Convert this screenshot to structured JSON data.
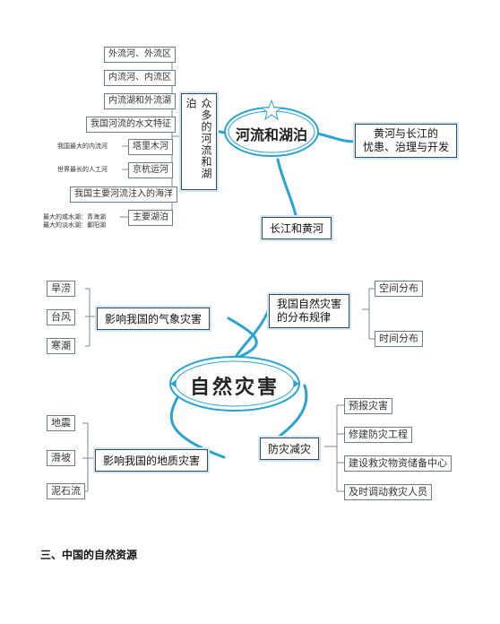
{
  "map1": {
    "center": "河流和湖泊",
    "left_vertical": "众多的河流和湖泊",
    "right_banner": [
      "黄河与长江的",
      "忧患、治理与开发"
    ],
    "bottom_banner": "长江和黄河",
    "branches": [
      "外流河、外流区",
      "内流河、内流区",
      "内流湖和外流湖",
      "我国河流的水文特征",
      "塔里木河",
      "京杭运河",
      "我国主要河流注入的海洋",
      "主要湖泊"
    ],
    "notes": {
      "tarim": "我国最大的内流河",
      "canal": "世界最长的人工河",
      "lakes": [
        "最大的咸水湖：青海湖",
        "最大的淡水湖：鄱阳湖"
      ]
    }
  },
  "map2": {
    "center": "自然灾害",
    "top_left_banner": "影响我国的气象灾害",
    "top_right_banner": [
      "我国自然灾害",
      "的分布规律"
    ],
    "bottom_left_banner": "影响我国的地质灾害",
    "bottom_right_banner": "防灾减灾",
    "weather_items": [
      "旱涝",
      "台风",
      "寒潮"
    ],
    "distribution_items": [
      "空间分布",
      "时间分布"
    ],
    "geo_items": [
      "地震",
      "滑坡",
      "泥石流"
    ],
    "prevention_items": [
      "预报灾害",
      "修建防灾工程",
      "建设救灾物资储备中心",
      "及时调动救灾人员"
    ]
  },
  "section_heading": "三、中国的自然资源",
  "colors": {
    "line": "#29a3cf",
    "accent": "#cfe7f2",
    "border": "#3a4a58"
  }
}
